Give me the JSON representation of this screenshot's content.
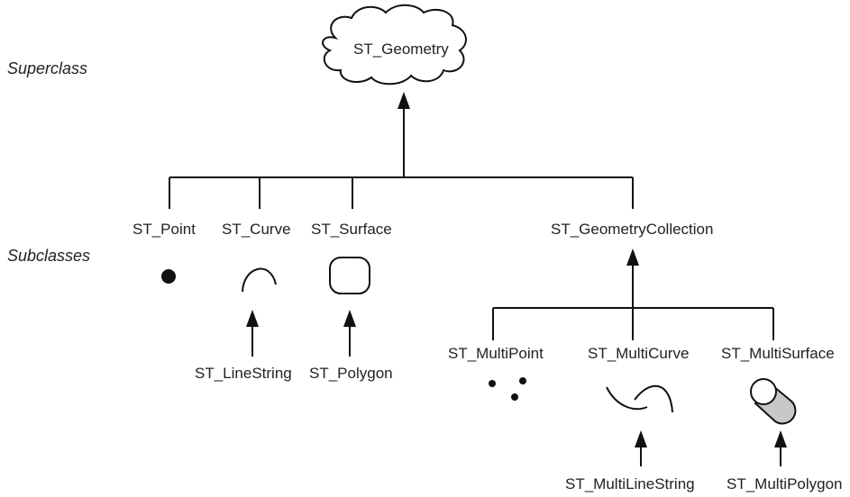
{
  "superclass_label": "Superclass",
  "subclasses_label": "Subclasses",
  "nodes": {
    "root": "ST_Geometry",
    "point": "ST_Point",
    "curve": "ST_Curve",
    "surface": "ST_Surface",
    "collection": "ST_GeometryCollection",
    "linestring": "ST_LineString",
    "polygon": "ST_Polygon",
    "multipoint": "ST_MultiPoint",
    "multicurve": "ST_MultiCurve",
    "multisurface": "ST_MultiSurface",
    "multilinestring": "ST_MultiLineString",
    "multipolygon": "ST_MultiPolygon"
  },
  "colors": {
    "line": "#111111",
    "text": "#222222",
    "multisurface_fill": "#c8c8c8"
  }
}
